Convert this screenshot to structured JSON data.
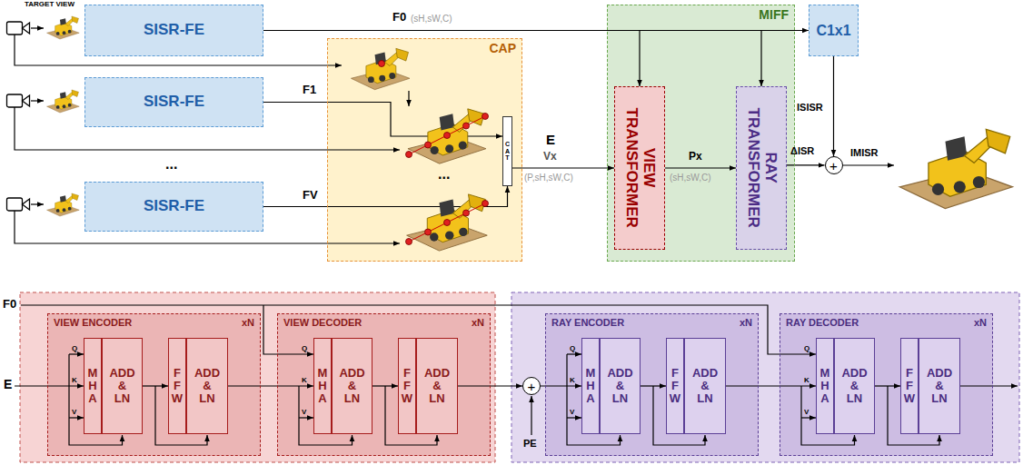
{
  "diagram": {
    "nodes": [
      {
        "text": [
          "SISR-FE"
        ]
      },
      {
        "text": [
          "SISR-FE"
        ]
      },
      {
        "text": [
          "SISR-FE"
        ]
      },
      {
        "text": [
          "CAP"
        ]
      },
      {
        "text": [
          "CAT"
        ],
        "in": 3
      },
      {
        "text": [
          "MIFF"
        ]
      },
      {
        "text": [
          "VIEW TRANSFORMER"
        ],
        "in": 5
      },
      {
        "text": [
          "RAY TRANSFORMER"
        ],
        "in": 5
      },
      {
        "text": [
          "C1x1"
        ]
      },
      {
        "text": [
          "+"
        ]
      },
      {
        "text": [
          "VIEW ENCODER",
          "xN"
        ]
      },
      {
        "text": [
          "MHA"
        ],
        "in": 10
      },
      {
        "text": [
          "ADD & LN"
        ],
        "in": 10
      },
      {
        "text": [
          "FFW"
        ],
        "in": 10
      },
      {
        "text": [
          "ADD & LN"
        ],
        "in": 10
      },
      {
        "text": [
          "VIEW DECODER",
          "xN"
        ]
      },
      {
        "text": [
          "MHA"
        ],
        "in": 15
      },
      {
        "text": [
          "ADD & LN"
        ],
        "in": 15
      },
      {
        "text": [
          "FFW"
        ],
        "in": 15
      },
      {
        "text": [
          "ADD & LN"
        ],
        "in": 15
      },
      {
        "text": [
          "+"
        ]
      },
      {
        "text": [
          "RAY ENCODER",
          "xN"
        ]
      },
      {
        "text": [
          "MHA"
        ],
        "in": 21
      },
      {
        "text": [
          "ADD & LN"
        ],
        "in": 21
      },
      {
        "text": [
          "FFW"
        ],
        "in": 21
      },
      {
        "text": [
          "ADD & LN"
        ],
        "in": 21
      },
      {
        "text": [
          "RAY DECODER",
          "xN"
        ]
      },
      {
        "text": [
          "MHA"
        ],
        "in": 26
      },
      {
        "text": [
          "ADD & LN"
        ],
        "in": 26
      },
      {
        "text": [
          "FFW"
        ],
        "in": 26
      },
      {
        "text": [
          "ADD & LN"
        ],
        "in": 26
      }
    ],
    "edges": [
      {
        "from": 0,
        "to": 8,
        "arrow": "to",
        "label": "F0"
      },
      {
        "from": 0,
        "to": 6,
        "arrow": "to"
      },
      {
        "from": 0,
        "to": 7,
        "arrow": "to"
      },
      {
        "from": 1,
        "to": 4,
        "arrow": "to",
        "label": "F1"
      },
      {
        "from": 2,
        "to": 4,
        "arrow": "to",
        "label": "FV"
      },
      {
        "from": 4,
        "to": 6,
        "arrow": "to",
        "label": "E"
      },
      {
        "from": 6,
        "to": 7,
        "arrow": "to",
        "label": "Px"
      },
      {
        "from": 8,
        "to": 9,
        "arrow": "to",
        "label": "ISISR"
      },
      {
        "from": 7,
        "to": 9,
        "arrow": "to",
        "label": "ΔISR"
      },
      {
        "from": 12,
        "to": 13,
        "arrow": "to"
      },
      {
        "from": 14,
        "to": 16,
        "arrow": "to"
      },
      {
        "from": 17,
        "to": 18,
        "arrow": "to"
      },
      {
        "from": 19,
        "to": 20,
        "arrow": "to"
      },
      {
        "from": 20,
        "to": 22,
        "arrow": "to"
      },
      {
        "from": 23,
        "to": 24,
        "arrow": "to"
      },
      {
        "from": 25,
        "to": 27,
        "arrow": "to"
      },
      {
        "from": 28,
        "to": 29,
        "arrow": "to"
      }
    ],
    "labels": [
      "TARGET VIEW",
      "(sH,sW,C)",
      "...",
      "...",
      "Vx",
      "(P,sH,sW,C)",
      "(sH,sW,C)",
      "IMISR",
      "F0",
      "E",
      "Q",
      "K",
      "V",
      "Q",
      "K",
      "V",
      "Q",
      "K",
      "V",
      "Q",
      "K",
      "V",
      "PE"
    ]
  }
}
